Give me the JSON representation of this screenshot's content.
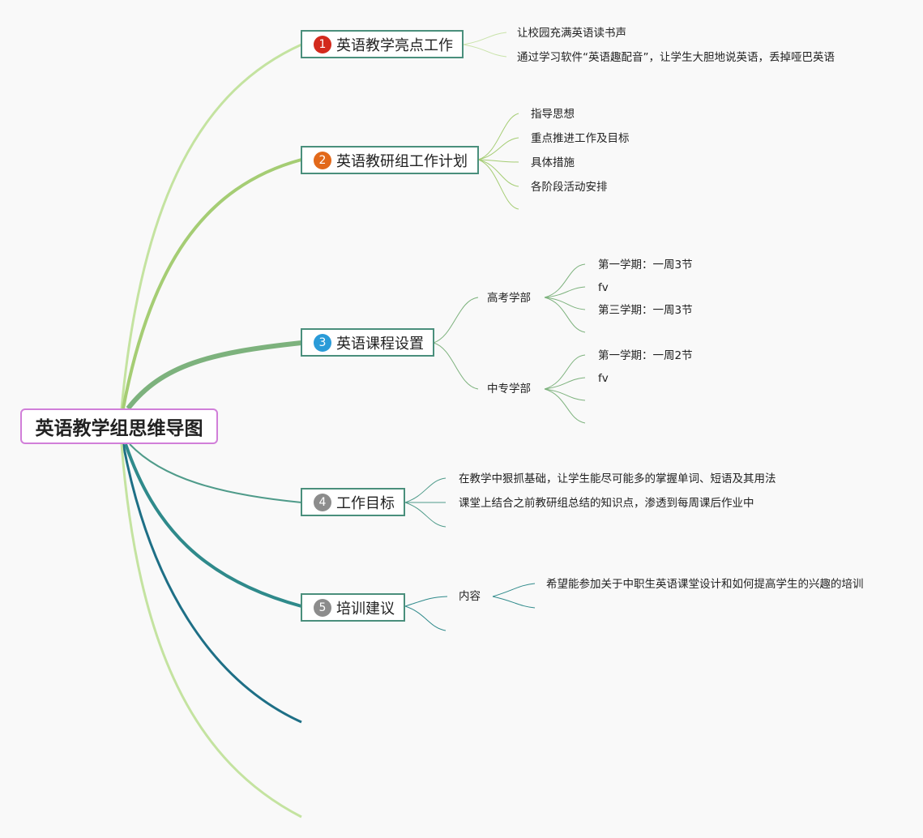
{
  "root": {
    "title": "英语教学组思维导图"
  },
  "branches": [
    {
      "number": "1",
      "label": "英语教学亮点工作",
      "badge_color": "#d32a1d",
      "children": [
        "让校园充满英语读书声",
        "通过学习软件“英语趣配音”，让学生大胆地说英语，丢掉哑巴英语"
      ]
    },
    {
      "number": "2",
      "label": "英语教研组工作计划",
      "badge_color": "#e2691a",
      "children": [
        "指导思想",
        "重点推进工作及目标",
        "具体措施",
        "各阶段活动安排"
      ]
    },
    {
      "number": "3",
      "label": "英语课程设置",
      "badge_color": "#2a9bd8",
      "groups": [
        {
          "label": "高考学部",
          "children": [
            "第一学期：一周3节",
            "fv",
            "第三学期：一周3节"
          ]
        },
        {
          "label": "中专学部",
          "children": [
            "第一学期：一周2节",
            "fv"
          ]
        }
      ]
    },
    {
      "number": "4",
      "label": "工作目标",
      "badge_color": "#8c8c8c",
      "children": [
        "在教学中狠抓基础，让学生能尽可能多的掌握单词、短语及其用法",
        "课堂上结合之前教研组总结的知识点，渗透到每周课后作业中"
      ]
    },
    {
      "number": "5",
      "label": "培训建议",
      "badge_color": "#8c8c8c",
      "groups": [
        {
          "label": "内容",
          "children": [
            "希望能参加关于中职生英语课堂设计和如何提高学生的兴趣的培训"
          ]
        }
      ]
    }
  ]
}
